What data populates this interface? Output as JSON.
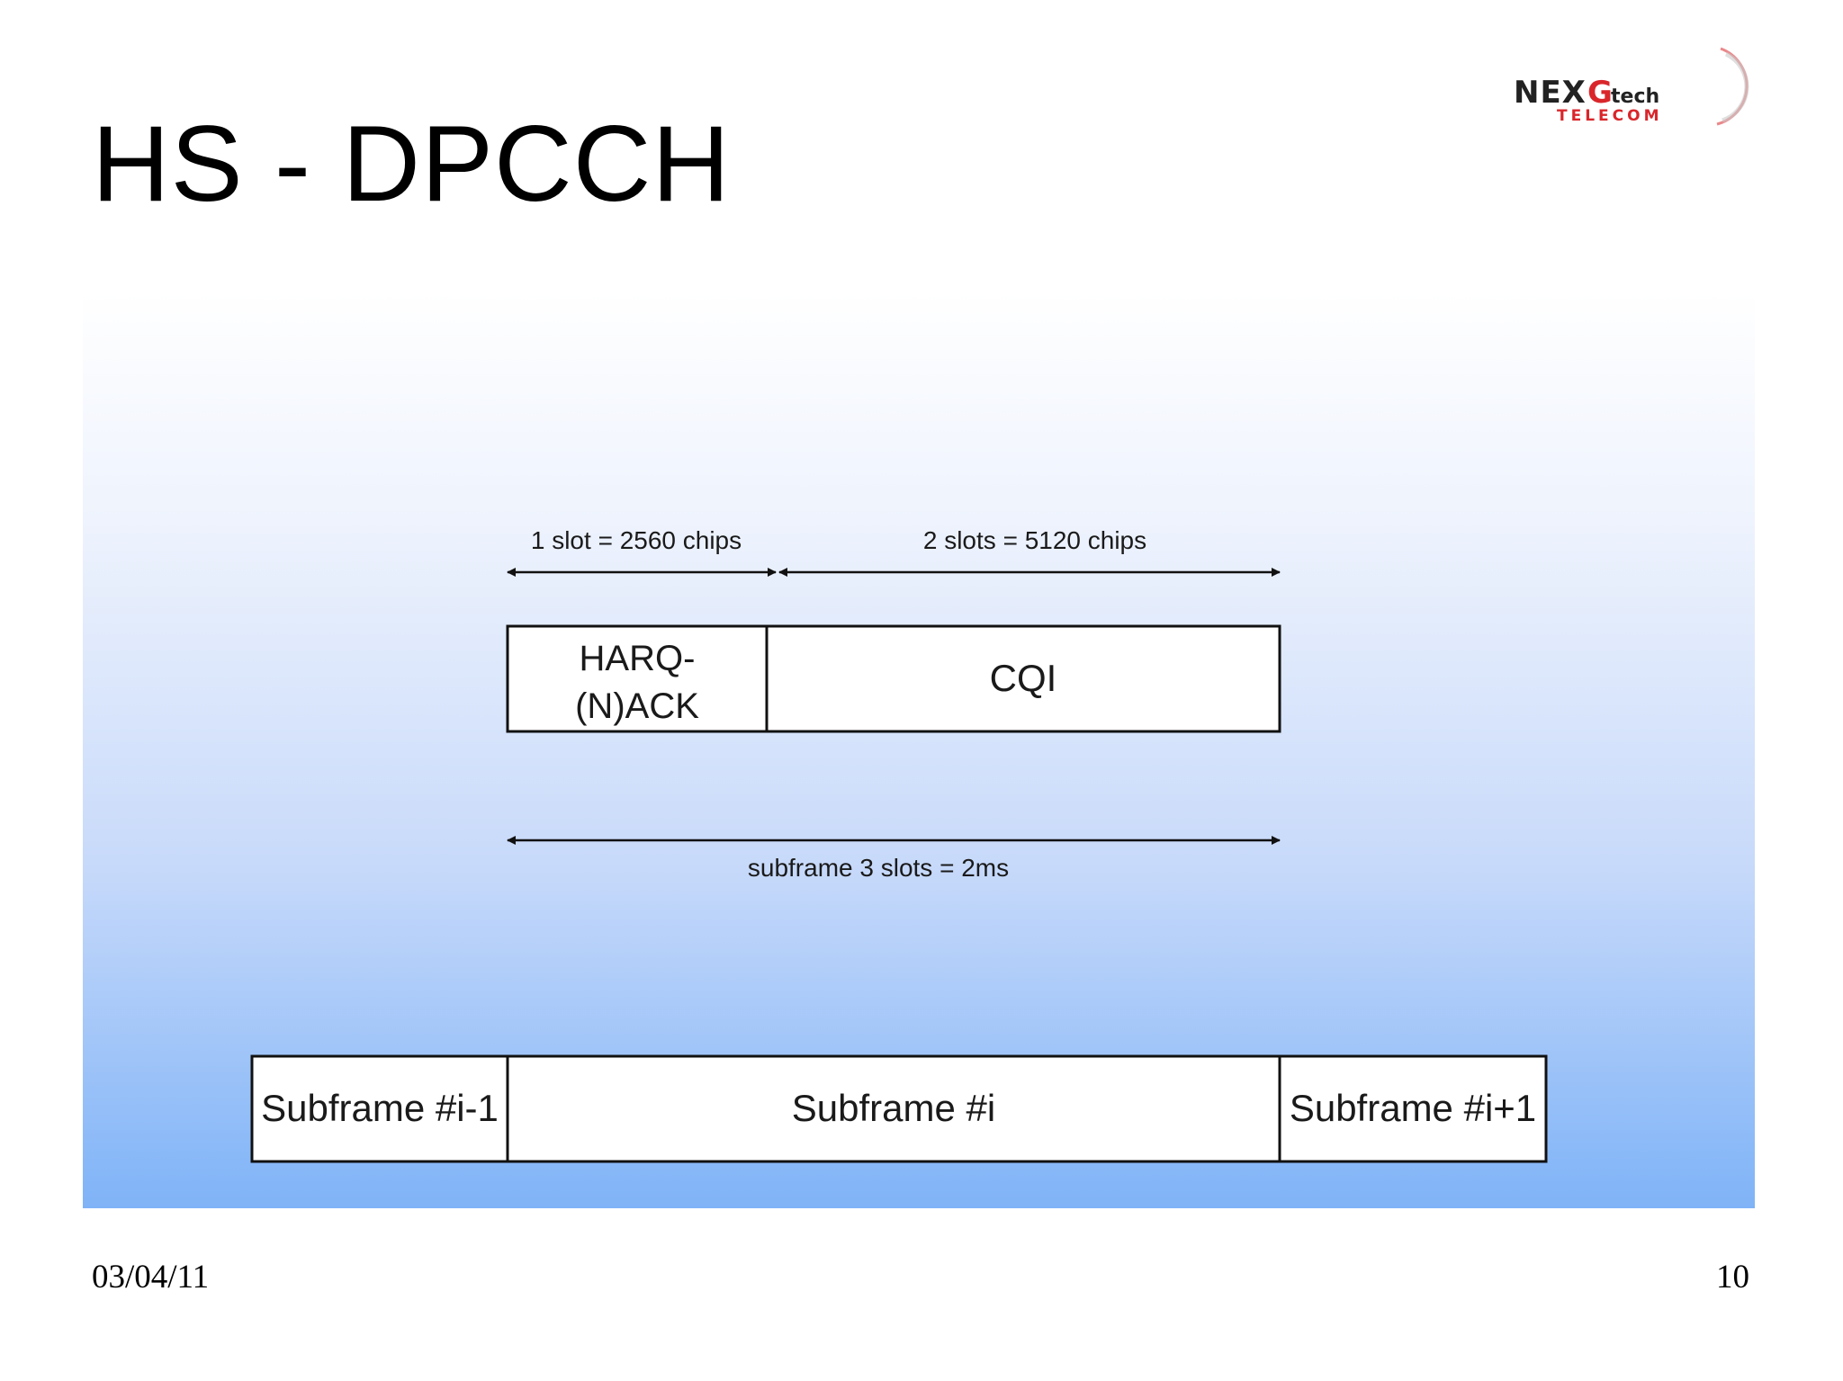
{
  "slide": {
    "title": "HS - DPCCH",
    "date": "03/04/11",
    "page_number": "10"
  },
  "logo": {
    "text_top": "NEXGtech",
    "text_bottom": "TELECOM",
    "accent_color": "#d9262b"
  },
  "diagram": {
    "slot_label_1": "1 slot = 2560 chips",
    "slot_label_2": "2 slots = 5120 chips",
    "field_harq_line1": "HARQ-",
    "field_harq_line2": "(N)ACK",
    "field_cqi": "CQI",
    "subframe_duration_label": "subframe 3 slots = 2ms",
    "subframes": [
      "Subframe #i-1",
      "Subframe #i",
      "Subframe #i+1"
    ],
    "panel_colors": {
      "top": "#ffffff",
      "bottom": "#7fb3f7"
    }
  }
}
